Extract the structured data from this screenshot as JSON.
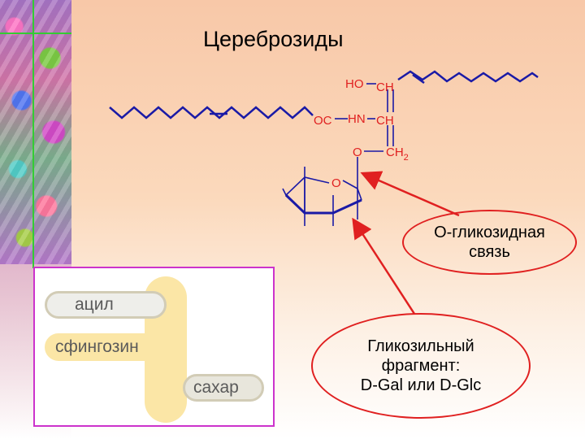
{
  "title": "Цереброзиды",
  "formula": {
    "labels": {
      "ho": "HO",
      "ch_top": "CH",
      "oc": "OC",
      "hn": "HN",
      "ch_mid": "CH",
      "o_link": "O",
      "ch2": "CH",
      "ch2_sub": "2",
      "ring_o": "O"
    }
  },
  "callouts": {
    "o_glycosidic": [
      "О-гликозидная",
      "связь"
    ],
    "glycosyl": [
      "Гликозильный",
      "фрагмент:",
      "D-Gal или D-Glc"
    ]
  },
  "photo": {
    "acyl": "ацил",
    "sphingosine": "сфингозин",
    "sugar": "сахар"
  },
  "colors": {
    "formula_lines": "#1a1aa6",
    "labels": "#e02020",
    "arrows": "#e02020",
    "photo_border": "#cc33cc"
  }
}
